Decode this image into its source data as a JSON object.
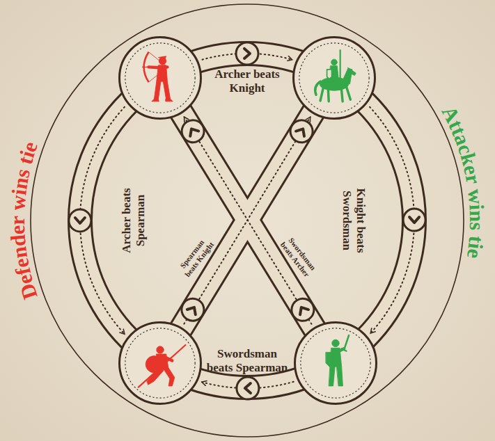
{
  "diagram": {
    "nodes": [
      {
        "text": []
      },
      {
        "text": []
      },
      {
        "text": []
      },
      {
        "text": []
      }
    ],
    "edges": [
      {
        "from": 0,
        "to": 1,
        "label": "Archer beats Knight",
        "arrow": "to"
      },
      {
        "from": 1,
        "to": 3,
        "label": "Knight beats Swordsman",
        "arrow": "to"
      },
      {
        "from": 3,
        "to": 2,
        "label": "Swordsman beats Spearman",
        "arrow": "to"
      },
      {
        "from": 0,
        "to": 2,
        "label": "Archer beats Spearman",
        "arrow": "to"
      },
      {
        "from": 2,
        "to": 1,
        "label": "Spearman beats Knight",
        "arrow": "to"
      },
      {
        "from": 3,
        "to": 0,
        "label": "Swordsman beats Archer",
        "arrow": "to"
      }
    ],
    "labels": [
      "Defender wins tie",
      "Attacker wins tie"
    ]
  }
}
